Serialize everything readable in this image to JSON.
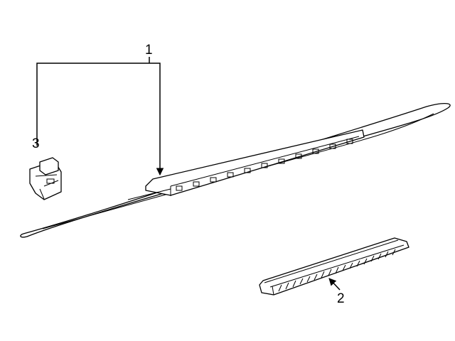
{
  "callouts": {
    "one": "1",
    "two": "2",
    "three": "3"
  },
  "parts": [
    {
      "callout": "1",
      "icon": "high-mount-stop-lamp-assembly"
    },
    {
      "callout": "2",
      "icon": "lamp-lens-strip"
    },
    {
      "callout": "3",
      "icon": "mounting-bracket"
    }
  ]
}
